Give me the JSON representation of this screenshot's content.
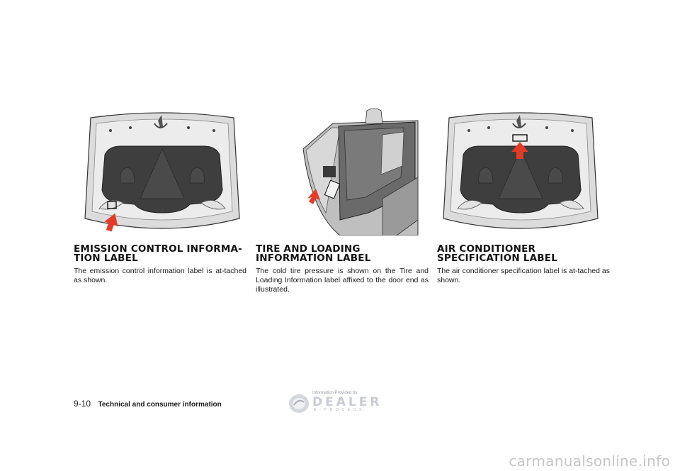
{
  "sections": [
    {
      "heading": "EMISSION CONTROL INFORMA-\nTION LABEL",
      "body": "The emission control information label is at-tached as shown."
    },
    {
      "heading": "TIRE AND LOADING INFORMATION LABEL",
      "body": "The cold tire pressure is shown on the Tire and Loading Information label affixed to the door end as illustrated."
    },
    {
      "heading": "AIR CONDITIONER SPECIFICATION LABEL",
      "body": "The air conditioner specification label is at-tached as shown."
    }
  ],
  "footer": {
    "page_number": "9-10",
    "section_title": "Technical and consumer information"
  },
  "dealer_logo": {
    "provided_by": "Information Provided by:",
    "brand": "DEALER",
    "tagline": "E-PROCESS"
  },
  "watermark": "carmanualsonline.info",
  "colors": {
    "arrow": "#e53a2a",
    "hood_panel": "#d9d9d9",
    "insulator": "#3d3d3d"
  }
}
